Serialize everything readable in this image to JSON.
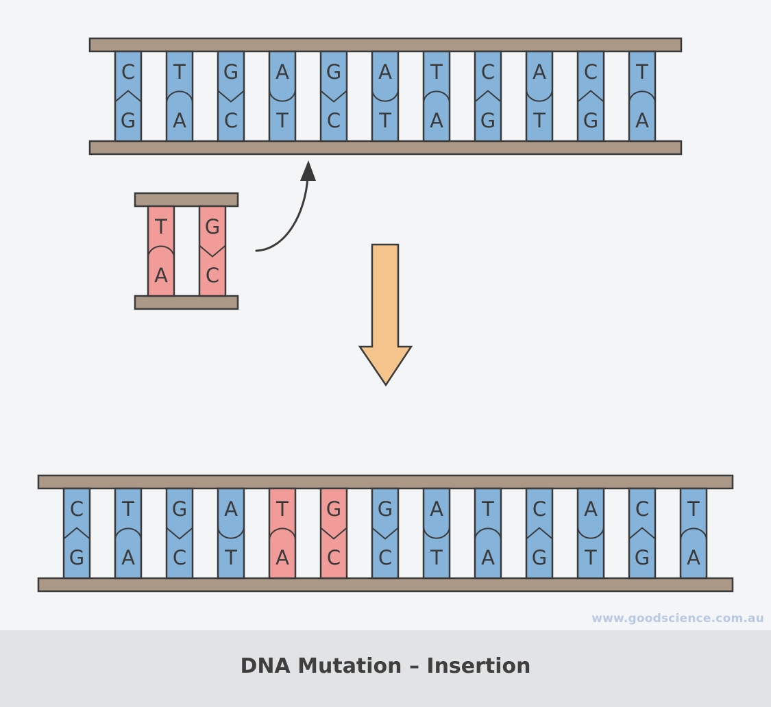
{
  "title": "DNA Mutation – Insertion",
  "watermark": "www.goodscience.com.au",
  "colors": {
    "background": "#f4f5f7",
    "backbone": "#ab9887",
    "original_base": "#85b3da",
    "inserted_base": "#f19c99",
    "down_arrow": "#f5c48c",
    "outline": "#3a3a3a",
    "footer": "#e2e3e5",
    "watermark": "#b9c9e2"
  },
  "original_strand": {
    "label": "original-dna",
    "pairs": [
      {
        "top": "C",
        "bottom": "G",
        "inserted": false
      },
      {
        "top": "T",
        "bottom": "A",
        "inserted": false
      },
      {
        "top": "G",
        "bottom": "C",
        "inserted": false
      },
      {
        "top": "A",
        "bottom": "T",
        "inserted": false
      },
      {
        "top": "G",
        "bottom": "C",
        "inserted": false
      },
      {
        "top": "A",
        "bottom": "T",
        "inserted": false
      },
      {
        "top": "T",
        "bottom": "A",
        "inserted": false
      },
      {
        "top": "C",
        "bottom": "G",
        "inserted": false
      },
      {
        "top": "A",
        "bottom": "T",
        "inserted": false
      },
      {
        "top": "C",
        "bottom": "G",
        "inserted": false
      },
      {
        "top": "T",
        "bottom": "A",
        "inserted": false
      }
    ]
  },
  "insert_fragment": {
    "label": "inserted-fragment",
    "pairs": [
      {
        "top": "T",
        "bottom": "A",
        "inserted": true
      },
      {
        "top": "G",
        "bottom": "C",
        "inserted": true
      }
    ]
  },
  "mutated_strand": {
    "label": "mutated-dna",
    "pairs": [
      {
        "top": "C",
        "bottom": "G",
        "inserted": false
      },
      {
        "top": "T",
        "bottom": "A",
        "inserted": false
      },
      {
        "top": "G",
        "bottom": "C",
        "inserted": false
      },
      {
        "top": "A",
        "bottom": "T",
        "inserted": false
      },
      {
        "top": "T",
        "bottom": "A",
        "inserted": true
      },
      {
        "top": "G",
        "bottom": "C",
        "inserted": true
      },
      {
        "top": "G",
        "bottom": "C",
        "inserted": false
      },
      {
        "top": "A",
        "bottom": "T",
        "inserted": false
      },
      {
        "top": "T",
        "bottom": "A",
        "inserted": false
      },
      {
        "top": "C",
        "bottom": "G",
        "inserted": false
      },
      {
        "top": "A",
        "bottom": "T",
        "inserted": false
      },
      {
        "top": "C",
        "bottom": "G",
        "inserted": false
      },
      {
        "top": "T",
        "bottom": "A",
        "inserted": false
      }
    ]
  }
}
